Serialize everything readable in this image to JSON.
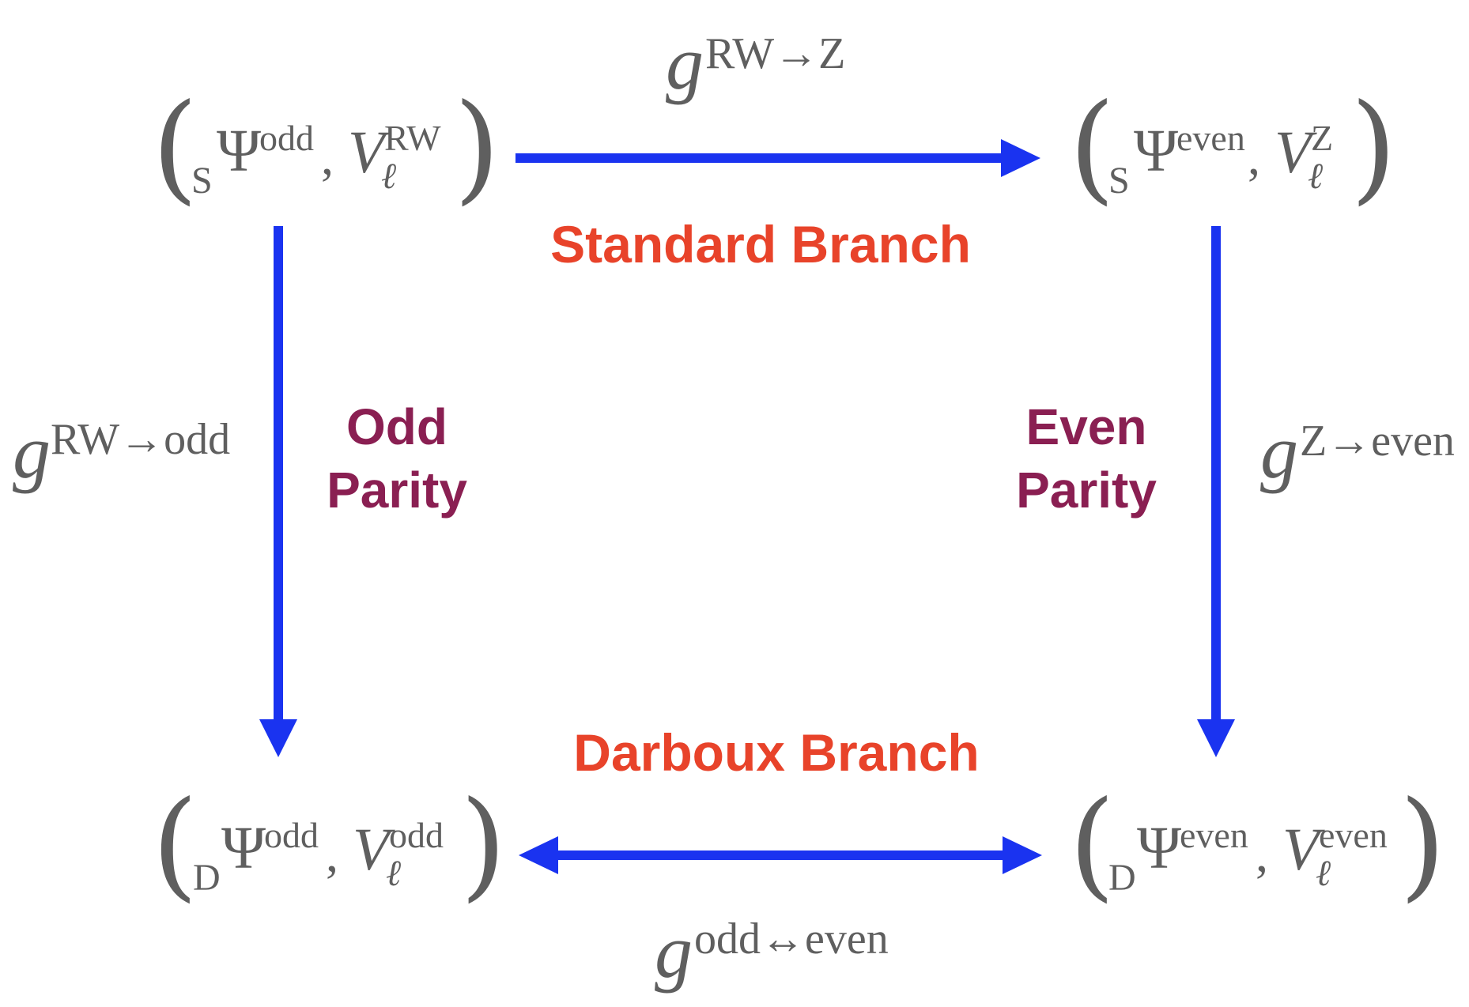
{
  "colors": {
    "arrow": "#1a33f0",
    "branch_label": "#e8432a",
    "parity_label": "#8a1f52",
    "math": "#5f5f5f"
  },
  "nodes": {
    "top_left": {
      "sub": "S",
      "psi": "Ψ",
      "psi_sup": "odd",
      "v": "V",
      "v_sub": "ℓ",
      "v_sup": "RW"
    },
    "top_right": {
      "sub": "S",
      "psi": "Ψ",
      "psi_sup": "even",
      "v": "V",
      "v_sub": "ℓ",
      "v_sup": "Z"
    },
    "bottom_left": {
      "sub": "D",
      "psi": "Ψ",
      "psi_sup": "odd",
      "v": "V",
      "v_sub": "ℓ",
      "v_sup": "odd"
    },
    "bottom_right": {
      "sub": "D",
      "psi": "Ψ",
      "psi_sup": "even",
      "v": "V",
      "v_sub": "ℓ",
      "v_sup": "even"
    }
  },
  "maps": {
    "top": {
      "g": "g",
      "sup": "RW→Z"
    },
    "left": {
      "g": "g",
      "sup": "RW→odd"
    },
    "right": {
      "g": "g",
      "sup": "Z→even"
    },
    "bottom": {
      "g": "g",
      "sup": "odd↔even"
    }
  },
  "labels": {
    "standard_branch": "Standard Branch",
    "darboux_branch": "Darboux Branch",
    "odd_parity_line1": "Odd",
    "odd_parity_line2": "Parity",
    "even_parity_line1": "Even",
    "even_parity_line2": "Parity"
  }
}
